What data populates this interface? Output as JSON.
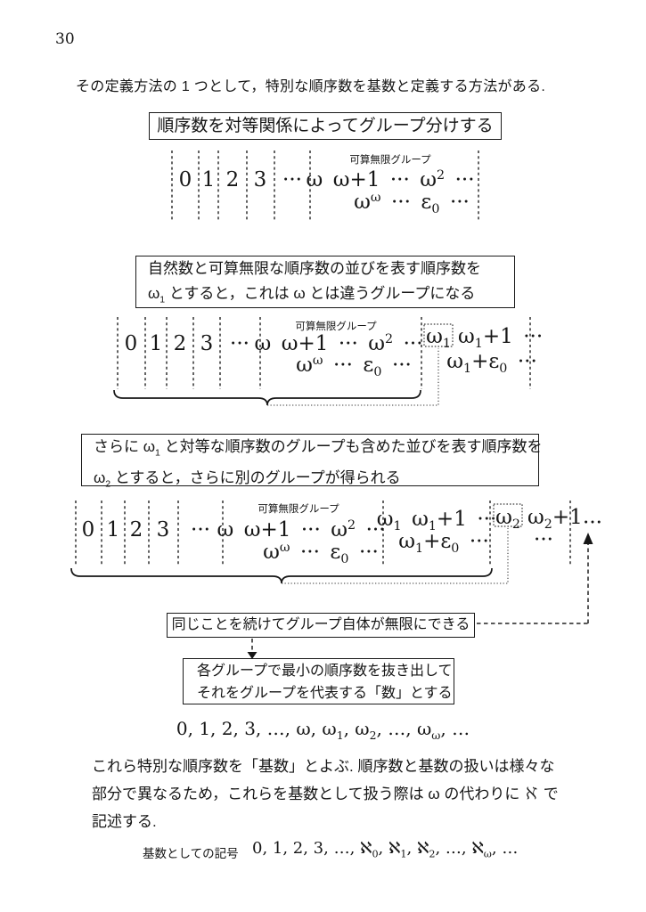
{
  "page": {
    "number": "30"
  },
  "intro": {
    "text": "その定義方法の 1 つとして，特別な順序数を基数と定義する方法がある."
  },
  "title_box": {
    "text": "順序数を対等関係によってグループ分けする"
  },
  "group_label": "可算無限グループ",
  "columns": {
    "c0": "0",
    "c1": "1",
    "c2": "2",
    "c3": "3",
    "dots": "···"
  },
  "group": {
    "row1": "ω ω+1 ··· ω^{2} ···",
    "row2": "ω^{ω} ··· ε_{0} ···"
  },
  "omega1": {
    "boxed": "ω_{1}",
    "tail": "ω_{1}+1 ···",
    "row2": "ω_{1}+ε_{0} ···",
    "full": "ω_{1} ω_{1}+1 ···"
  },
  "omega2": {
    "boxed": "ω_{2}",
    "tail": "ω_{2}+1",
    "row2": "···"
  },
  "outside_dots": "···",
  "box2": {
    "line1": "自然数と可算無限な順序数の並びを表す順序数を",
    "line2": "ω_{1} とすると，これは ω とは違うグループになる"
  },
  "box3": {
    "line1": "さらに ω_{1} と対等な順序数のグループも含めた並びを表す順序数を",
    "line2": "ω_{2} とすると，さらに別のグループが得られる"
  },
  "box4": {
    "text": "同じことを続けてグループ自体が無限にできる"
  },
  "box5": {
    "line1": "各グループで最小の順序数を抜き出して",
    "line2": "それをグループを代表する「数」とする"
  },
  "sequences": {
    "ordinal": "0, 1, 2, 3, …, ω, ω_{1}, ω_{2}, …, ω_{ω}, …",
    "cardinal_label": "基数としての記号",
    "cardinal": "0, 1, 2, 3, …, ℵ_{0}, ℵ_{1}, ℵ_{2}, …, ℵ_{ω}, …"
  },
  "closing": {
    "line1": "これら特別な順序数を「基数」とよぶ. 順序数と基数の扱いは様々な",
    "line2": "部分で異なるため，これらを基数として扱う際は ω の代わりに ℵ で",
    "line3": "記述する."
  }
}
